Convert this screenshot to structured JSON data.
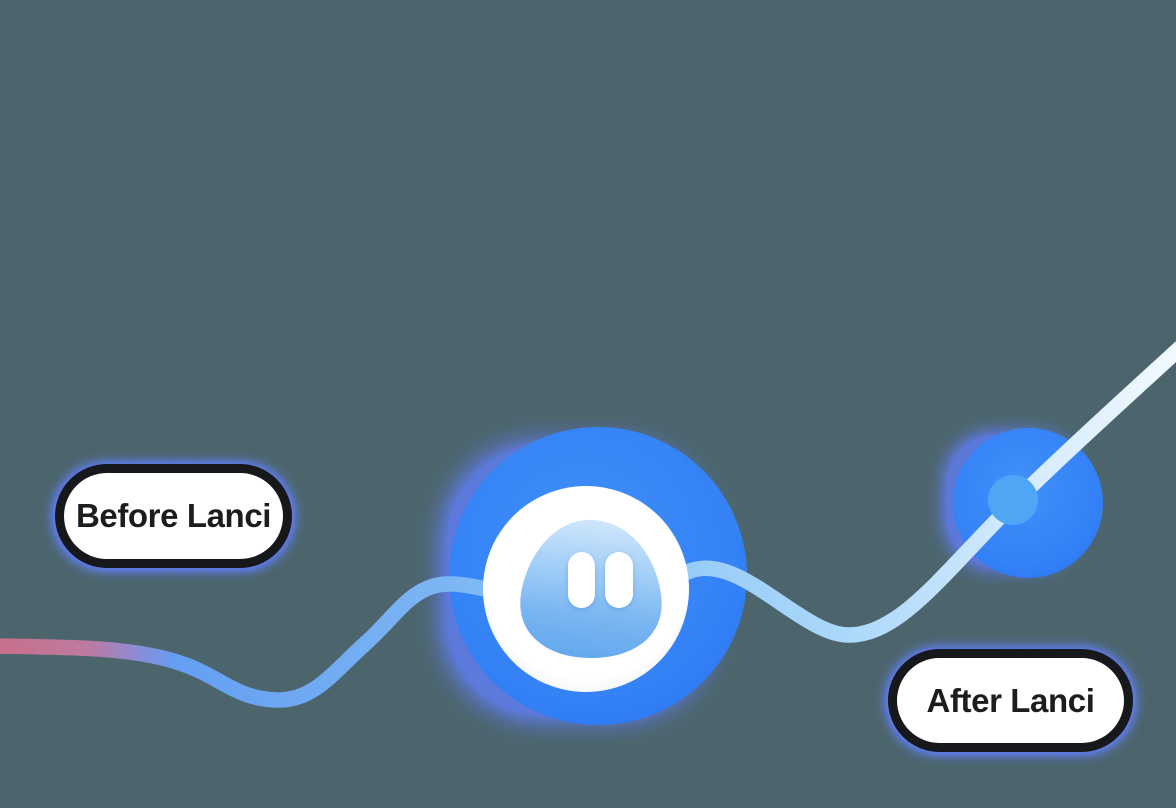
{
  "badges": {
    "before": {
      "label": "Before Lanci"
    },
    "after": {
      "label": "After Lanci"
    }
  },
  "icons": {
    "mascot": "lanci-egg-mascot-icon",
    "mascot_eyes": "pause-bars-eyes-icon",
    "data_point": "trend-data-point-dot"
  },
  "colors": {
    "background": "#4c656c",
    "glow_periwinkle": "#5d7ae2",
    "badge_blue_light": "#4190f9",
    "badge_blue_dark": "#2b72f2",
    "data_point": "#50a5f4",
    "line_start_rose": "#c7718d",
    "line_violet": "#8d8bd4",
    "line_blue": "#649ff2",
    "line_light_blue": "#a5d4f9",
    "line_end_white": "#f2f9ff",
    "mascot_top": "#cfe6fb",
    "mascot_bottom": "#63a8ee",
    "eye_white": "#ffffff",
    "pill_background": "#ffffff",
    "pill_border": "#17181c",
    "pill_text": "#1d1d1f"
  }
}
